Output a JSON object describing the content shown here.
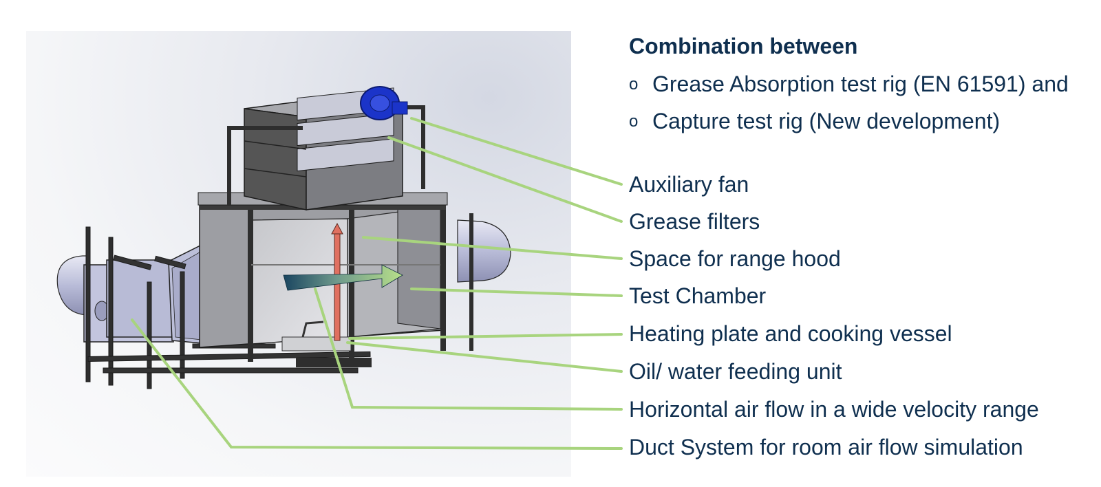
{
  "heading": "Combination between",
  "bullets": [
    {
      "mark": "o",
      "text": "Grease Absorption test rig (EN 61591) and"
    },
    {
      "mark": "o",
      "text": "Capture test rig (New development)"
    }
  ],
  "labels": [
    "Auxiliary fan",
    "Grease filters",
    "Space for range hood",
    "Test Chamber",
    "Heating plate and cooking vessel",
    "Oil/ water feeding unit",
    "Horizontal air flow in a wide velocity range",
    "Duct System for room air flow simulation"
  ],
  "colors": {
    "text": "#0f2f4f",
    "leader_line": "#a8d47e",
    "fan": "#1b34c9",
    "heat_arrow": "#e07060"
  }
}
